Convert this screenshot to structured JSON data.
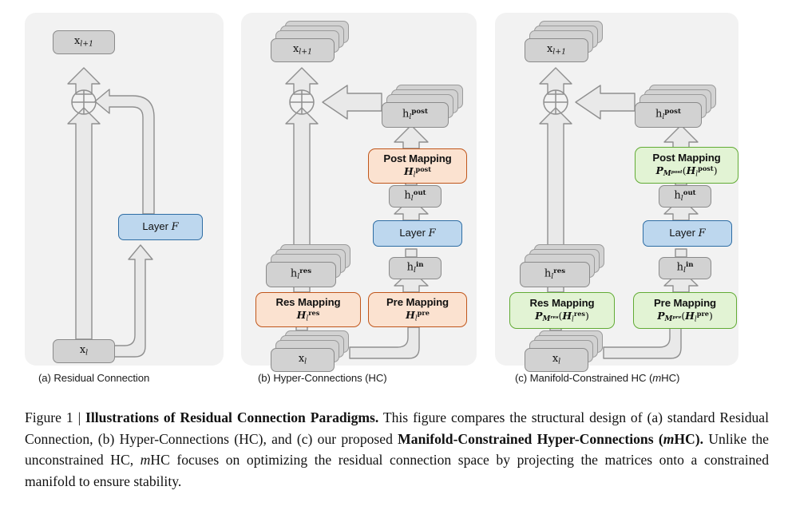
{
  "figure": {
    "number": "Figure 1",
    "separator": "|",
    "title": "Illustrations of Residual Connection Paradigms.",
    "caption_part1": "This figure compares the structural design of (a) standard Residual Connection, (b) Hyper-Connections (HC), and (c) our proposed ",
    "caption_bold2": "Manifold-Constrained Hyper-Connections (",
    "caption_bold2_ital": "m",
    "caption_bold2_end": "HC).",
    "caption_part3": " Unlike the unconstrained HC, ",
    "caption_ital3": "m",
    "caption_part4": "HC focuses on optimizing the residual connection space by projecting the matrices onto a constrained manifold to ensure stability."
  },
  "colors": {
    "panel_bg": "#f2f2f2",
    "gray_fill": "#d2d2d2",
    "gray_stroke": "#8a8a8a",
    "blue_fill": "#bdd7ee",
    "blue_stroke": "#2e6da4",
    "orange_fill": "#fbe2d0",
    "orange_stroke": "#c0561b",
    "green_fill": "#e2f3d4",
    "green_stroke": "#62ab35",
    "arrow_fill": "#e9e9e9",
    "arrow_stroke": "#8f8f8f"
  },
  "panels": [
    {
      "id": "a",
      "caption": "(a) Residual Connection",
      "caption_plain": "(a) Residual Connection",
      "nodes": {
        "x_out": {
          "base": "x",
          "sub": "l+1",
          "sup": "",
          "stacked": false,
          "style": "gray"
        },
        "x_in": {
          "base": "x",
          "sub": "l",
          "sup": "",
          "stacked": false,
          "style": "gray"
        },
        "layer": {
          "label": "Layer",
          "math": "F",
          "style": "blue"
        }
      },
      "operator": "circled-plus"
    },
    {
      "id": "b",
      "caption": "(b) Hyper-Connections (HC)",
      "caption_plain": "(b) Hyper-Connections (HC)",
      "nodes": {
        "x_out": {
          "base": "x",
          "sub": "l+1",
          "sup": "",
          "stacked": true,
          "style": "gray"
        },
        "x_in": {
          "base": "x",
          "sub": "l",
          "sup": "",
          "stacked": true,
          "style": "gray"
        },
        "h_res": {
          "base": "h",
          "sub": "l",
          "sup": "res",
          "stacked": true,
          "style": "gray"
        },
        "h_post": {
          "base": "h",
          "sub": "l",
          "sup": "post",
          "stacked": true,
          "style": "gray"
        },
        "h_out": {
          "base": "h",
          "sub": "l",
          "sup": "out",
          "stacked": false,
          "style": "gray"
        },
        "h_in": {
          "base": "h",
          "sub": "l",
          "sup": "in",
          "stacked": false,
          "style": "gray"
        },
        "layer": {
          "label": "Layer",
          "math": "F",
          "style": "blue"
        },
        "post_mapping": {
          "line1": "Post Mapping",
          "line2_H": "H",
          "line2_sub": "l",
          "line2_sup": "post",
          "style": "orange"
        },
        "res_mapping": {
          "line1": "Res Mapping",
          "line2_H": "H",
          "line2_sub": "l",
          "line2_sup": "res",
          "style": "orange"
        },
        "pre_mapping": {
          "line1": "Pre Mapping",
          "line2_H": "H",
          "line2_sub": "l",
          "line2_sup": "pre",
          "style": "orange"
        }
      },
      "operator": "circled-plus"
    },
    {
      "id": "c",
      "caption": "(c) Manifold-Constrained HC (mHC)",
      "caption_pre": "(c) Manifold-Constrained HC (",
      "caption_ital": "m",
      "caption_post": "HC)",
      "nodes": {
        "x_out": {
          "base": "x",
          "sub": "l+1",
          "sup": "",
          "stacked": true,
          "style": "gray"
        },
        "x_in": {
          "base": "x",
          "sub": "l",
          "sup": "",
          "stacked": true,
          "style": "gray"
        },
        "h_res": {
          "base": "h",
          "sub": "l",
          "sup": "res",
          "stacked": true,
          "style": "gray"
        },
        "h_post": {
          "base": "h",
          "sub": "l",
          "sup": "post",
          "stacked": true,
          "style": "gray"
        },
        "h_out": {
          "base": "h",
          "sub": "l",
          "sup": "out",
          "stacked": false,
          "style": "gray"
        },
        "h_in": {
          "base": "h",
          "sub": "l",
          "sup": "in",
          "stacked": false,
          "style": "gray"
        },
        "layer": {
          "label": "Layer",
          "math": "F",
          "style": "blue"
        },
        "post_mapping": {
          "line1": "Post Mapping",
          "proj": "P",
          "manifold": "M",
          "manifold_sup": "post",
          "arg_H": "H",
          "arg_sub": "l",
          "arg_sup": "post",
          "style": "green"
        },
        "res_mapping": {
          "line1": "Res Mapping",
          "proj": "P",
          "manifold": "M",
          "manifold_sup": "res",
          "arg_H": "H",
          "arg_sub": "l",
          "arg_sup": "res",
          "style": "green"
        },
        "pre_mapping": {
          "line1": "Pre Mapping",
          "proj": "P",
          "manifold": "M",
          "manifold_sup": "pre",
          "arg_H": "H",
          "arg_sub": "l",
          "arg_sup": "pre",
          "style": "green"
        }
      },
      "operator": "circled-plus"
    }
  ]
}
